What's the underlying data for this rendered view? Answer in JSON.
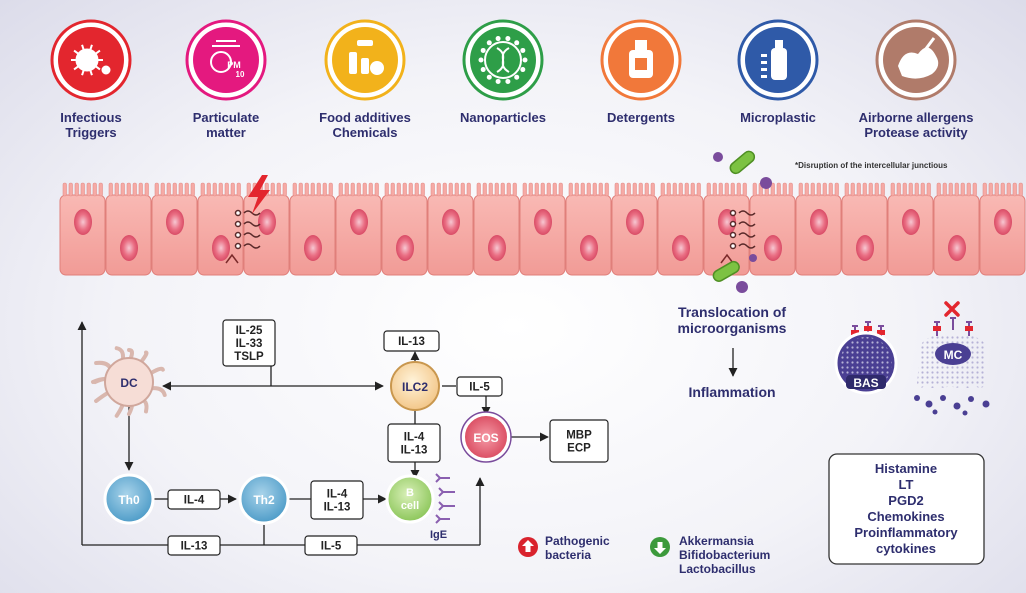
{
  "triggers": [
    {
      "label": [
        "Infectious",
        "Triggers"
      ],
      "color": "#e3262e",
      "icon": "virus-icon"
    },
    {
      "label": [
        "Particulate",
        "matter"
      ],
      "color": "#e4197f",
      "icon": "pm10-icon",
      "badge": [
        "PM",
        "10"
      ]
    },
    {
      "label": [
        "Food additives",
        "Chemicals"
      ],
      "color": "#f2b21b",
      "icon": "food-icon"
    },
    {
      "label": [
        "Nanoparticles"
      ],
      "color": "#2e9e48",
      "icon": "nanoparticle-icon"
    },
    {
      "label": [
        "Detergents"
      ],
      "color": "#f1783a",
      "icon": "detergent-icon"
    },
    {
      "label": [
        "Microplastic"
      ],
      "color": "#2f5aa8",
      "icon": "bottle-icon"
    },
    {
      "label": [
        "Airborne allergens",
        "Protease activity"
      ],
      "color": "#b07b6a",
      "icon": "allergen-icon"
    }
  ],
  "epithelium": {
    "note": "*Disruption of the intercellular junctious"
  },
  "cytokines": {
    "dc_ilc2": [
      "IL-25",
      "IL-33",
      "TSLP"
    ],
    "ilc2_up": "IL-13",
    "ilc2_eos": "IL-5",
    "ilc2_b": [
      "IL-4",
      "IL-13"
    ],
    "th0_th2": "IL-4",
    "th2_b": [
      "IL-4",
      "IL-13"
    ],
    "bottom_left": "IL-13",
    "bottom_right": "IL-5",
    "eos_out": [
      "MBP",
      "ECP"
    ]
  },
  "cells": {
    "dc": "DC",
    "th0": "Th0",
    "th2": "Th2",
    "ilc2": "ILC2",
    "eos": "EOS",
    "bcell": [
      "B",
      "cell"
    ],
    "ige": "IgE",
    "bas": "BAS",
    "mc": "MC"
  },
  "right": {
    "translocation": [
      "Translocation of",
      "microorganisms"
    ],
    "inflammation": "Inflammation"
  },
  "mediators": [
    "Histamine",
    "LT",
    "PGD2",
    "Chemokines",
    "Proinflammatory",
    "cytokines"
  ],
  "legend": {
    "up": [
      "Pathogenic",
      "bacteria"
    ],
    "down": [
      "Akkermansia",
      "Bifidobacterium",
      "Lactobacillus"
    ],
    "up_color": "#d9232d",
    "down_color": "#3c9a3c"
  }
}
